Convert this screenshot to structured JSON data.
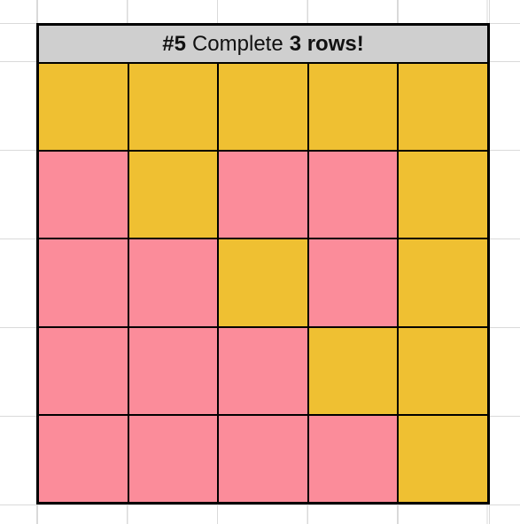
{
  "title": {
    "number": "#5",
    "middle": "Complete",
    "emphasis": "3 rows!"
  },
  "colors": {
    "yellow": "#efc032",
    "pink": "#fb8c9a",
    "header_bg": "#cfcfcf",
    "border": "#000000"
  },
  "grid": [
    [
      "yellow",
      "yellow",
      "yellow",
      "yellow",
      "yellow"
    ],
    [
      "pink",
      "yellow",
      "pink",
      "pink",
      "yellow"
    ],
    [
      "pink",
      "pink",
      "yellow",
      "pink",
      "yellow"
    ],
    [
      "pink",
      "pink",
      "pink",
      "yellow",
      "yellow"
    ],
    [
      "pink",
      "pink",
      "pink",
      "pink",
      "yellow"
    ]
  ]
}
